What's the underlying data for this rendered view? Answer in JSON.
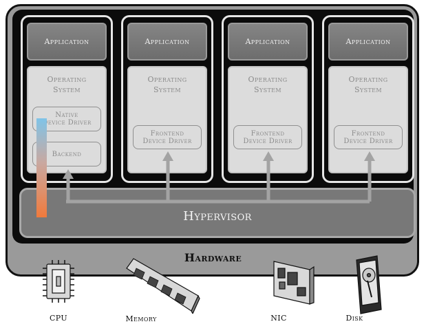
{
  "hardware": {
    "label": "Hardware"
  },
  "hypervisor": {
    "label": "Hypervisor"
  },
  "vms": [
    {
      "application": "Application",
      "os": "Operating\nSystem",
      "native_driver": "Native\nDevice Driver",
      "backend": "Backend"
    },
    {
      "application": "Application",
      "os": "Operating\nSystem",
      "frontend_driver": "Frontend\nDevice Driver"
    },
    {
      "application": "Application",
      "os": "Operating\nSystem",
      "frontend_driver": "Frontend\nDevice Driver"
    },
    {
      "application": "Application",
      "os": "Operating\nSystem",
      "frontend_driver": "Frontend\nDevice Driver"
    }
  ],
  "devices": [
    {
      "label": "CPU",
      "icon": "cpu-chip-icon"
    },
    {
      "label": "Memory",
      "icon": "memory-module-icon"
    },
    {
      "label": "NIC",
      "icon": "network-card-icon"
    },
    {
      "label": "Disk",
      "icon": "hard-disk-icon"
    }
  ],
  "colors": {
    "hardware": "#9a9a9a",
    "hypervisor": "#787878",
    "application": "#7a7a7a",
    "os": "#dcdcdc",
    "arrow": "#a3a3a3",
    "driver_path_top": "#7fc4e8",
    "driver_path_bottom": "#f07a3c"
  }
}
